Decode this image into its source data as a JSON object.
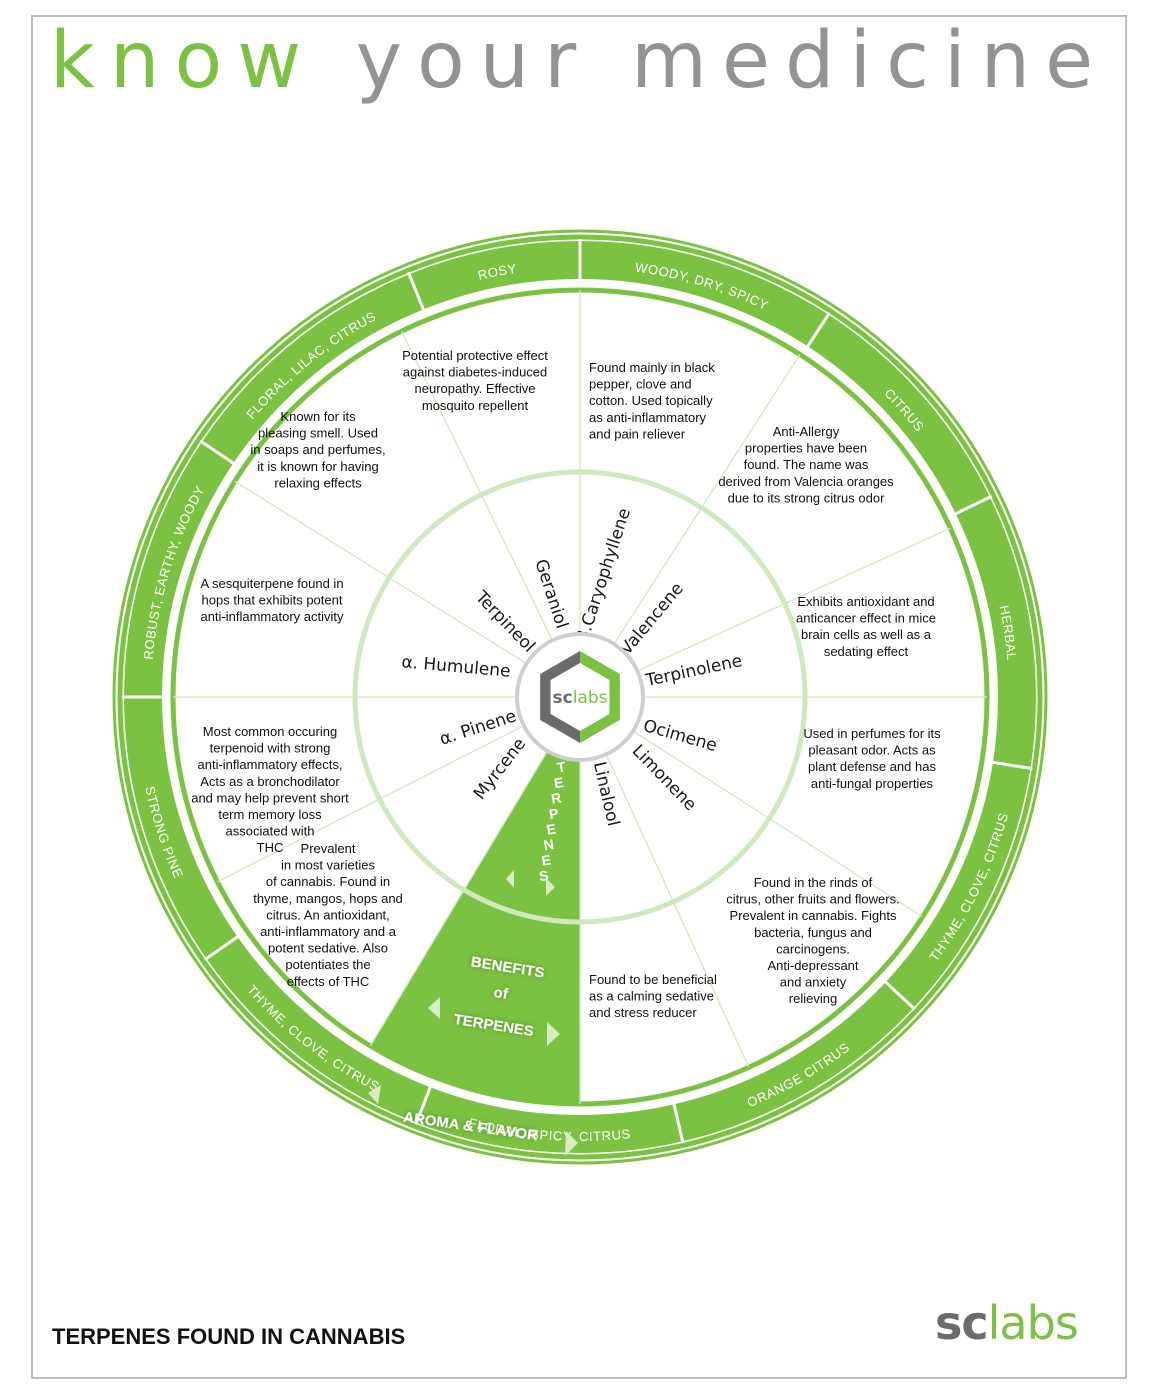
{
  "title": {
    "part1": "know",
    "part2": "your medicine"
  },
  "footer_title": "TERPENES FOUND IN CANNABIS",
  "logo": {
    "sc": "sc",
    "labs": "labs"
  },
  "colors": {
    "green": "#7cc242",
    "light_green": "#cfe8bd",
    "gray": "#939393",
    "dark_gray": "#6b6b6b"
  },
  "center_logo": {
    "sc": "sc",
    "labs": "labs"
  },
  "wedge_labels": {
    "terpenes": "TERPENES",
    "benefits_line1": "BENEFITS",
    "benefits_line2": "of",
    "benefits_line3": "TERPENES",
    "aroma_flavor": "AROMA & FLAVOR"
  },
  "terpenes": [
    {
      "name": "β.Caryophyllene",
      "aroma": "WOODY, DRY, SPICY",
      "benefit": [
        "Found mainly in black",
        "pepper, clove and",
        "cotton. Used topically",
        "as anti-inflammatory",
        "and pain reliever"
      ]
    },
    {
      "name": "Valencene",
      "aroma": "CITRUS",
      "benefit": [
        "Anti-Allergy",
        "properties have been",
        "found. The name was",
        "derived from Valencia oranges",
        "due to its strong citrus odor"
      ]
    },
    {
      "name": "Terpinolene",
      "aroma": "HERBAL",
      "benefit": [
        "Exhibits antioxidant and",
        "anticancer effect in mice",
        "brain cells as well as a",
        "sedating effect"
      ]
    },
    {
      "name": "Ocimene",
      "aroma": "THYME, CLOVE, CITRUS",
      "benefit": [
        "Used in perfumes for its",
        "pleasant odor. Acts as",
        "plant defense and has",
        "anti-fungal properties"
      ]
    },
    {
      "name": "Limonene",
      "aroma": "ORANGE CITRUS",
      "benefit": [
        "Found in the rinds of",
        "citrus, other fruits and flowers.",
        "Prevalent in cannabis. Fights",
        "bacteria, fungus and",
        "carcinogens.",
        "Anti-depressant",
        "and anxiety",
        "relieving"
      ]
    },
    {
      "name": "Linalool",
      "aroma": "FLORAL, SPICY, CITRUS",
      "benefit": [
        "Found to be beneficial",
        "as a calming sedative",
        "and stress reducer"
      ]
    },
    {
      "name": "Myrcene",
      "aroma": "THYME, CLOVE, CITRUS",
      "benefit": [
        "Prevalent",
        "in most varieties",
        "of cannabis. Found in",
        "thyme, mangos, hops and",
        "citrus. An antioxidant,",
        "anti-inflammatory and a",
        "potent sedative. Also",
        "potentiates the",
        "effects of THC"
      ]
    },
    {
      "name": "α. Pinene",
      "aroma": "STRONG PINE",
      "benefit": [
        "Most common occuring",
        "terpenoid with strong",
        "anti-inflammatory effects,",
        "Acts as a bronchodilator",
        "and may help prevent short",
        "term memory loss",
        "associated with",
        "THC"
      ]
    },
    {
      "name": "α. Humulene",
      "aroma": "ROBUST, EARTHY, WOODY",
      "benefit": [
        "A sesquiterpene found in",
        "hops that exhibits potent",
        "anti-inflammatory activity"
      ]
    },
    {
      "name": "Terpineol",
      "aroma": "FLORAL, LILAC, CITRUS",
      "benefit": [
        "Known for its",
        "pleasing smell. Used",
        "in soaps and perfumes,",
        "it is known for having",
        "relaxing effects"
      ]
    },
    {
      "name": "Geraniol",
      "aroma": "ROSY",
      "benefit": [
        "Potential protective effect",
        "against diabetes-induced",
        "neuropathy. Effective",
        "mosquito repellent"
      ]
    }
  ]
}
